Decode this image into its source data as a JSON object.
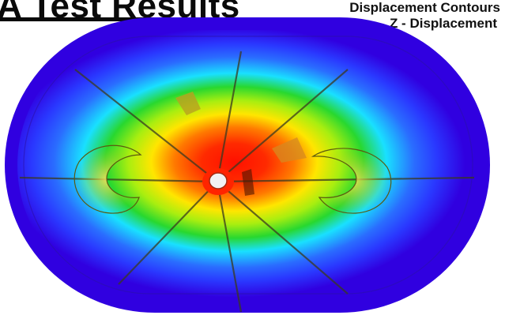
{
  "header": {
    "title": "A Test Results",
    "caption_line1": "Displacement Contours",
    "caption_line2": "Z - Displacement"
  },
  "colors": {
    "contour_outer": "#3300e6",
    "contour_blue": "#2a38ff",
    "contour_cyan": "#19e0ff",
    "contour_green": "#28d82f",
    "contour_yellow": "#ffe600",
    "contour_orange": "#ff7a00",
    "contour_red": "#ff1a00"
  }
}
